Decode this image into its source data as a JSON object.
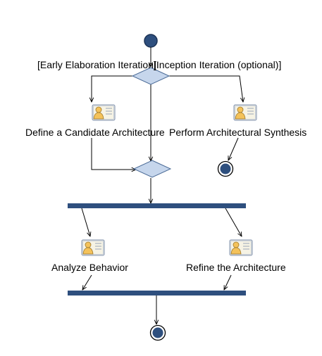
{
  "diagram": {
    "guards": {
      "early": "[Early Elaboration Iteration]",
      "inception": "[Inception Iteration (optional)]"
    },
    "activities": {
      "define_candidate": "Define a Candidate Architecture",
      "perform_synthesis": "Perform Architectural Synthesis",
      "analyze_behavior": "Analyze Behavior",
      "refine_architecture": "Refine the Architecture"
    },
    "colors": {
      "node_fill": "#2e4f7e",
      "decision_fill": "#c6d6ec",
      "line": "#000000",
      "icon_person": "#f4c25a",
      "icon_card": "#f6f3e4"
    }
  }
}
